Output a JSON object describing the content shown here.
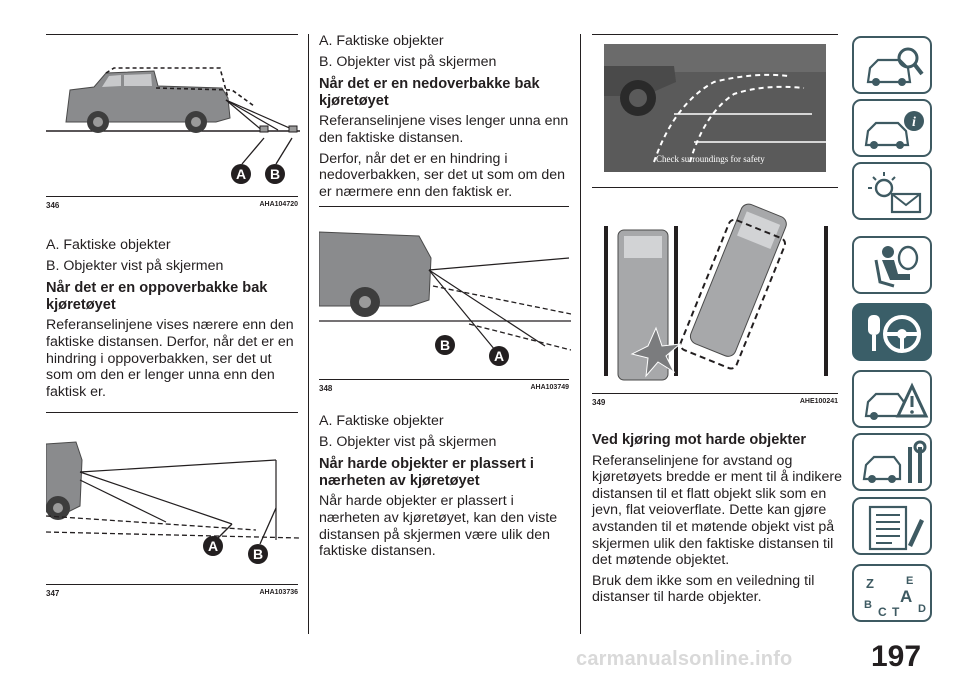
{
  "figures": {
    "fig346": {
      "number": "346",
      "code": "AHA104720",
      "label_a": "A",
      "label_b": "B"
    },
    "fig347": {
      "number": "347",
      "code": "AHA103736",
      "label_a": "A",
      "label_b": "B"
    },
    "fig348": {
      "number": "348",
      "code": "AHA103749",
      "label_a": "A",
      "label_b": "B"
    },
    "fig349": {
      "number": "349",
      "code": "AHE100241",
      "camera_text": "Check surroundings for safety"
    }
  },
  "col1": {
    "legend_a": "A. Faktiske objekter",
    "legend_b": "B. Objekter vist på skjermen",
    "heading": "Når det er en oppoverbakke bak kjøretøyet",
    "body": "Referanselinjene vises nærere enn den faktiske distansen. Derfor, når det er en hindring i oppoverbakken, ser det ut som om den er lenger unna enn den faktisk er."
  },
  "col2": {
    "legend_a": "A. Faktiske objekter",
    "legend_b": "B. Objekter vist på skjermen",
    "heading": "Når det er en nedoverbakke bak kjøretøyet",
    "body1": "Referanselinjene vises lenger unna enn den faktiske distansen.",
    "body2": "Derfor, når det er en hindring i nedoverbakken, ser det ut som om den er nærmere enn den faktisk er.",
    "legend2_a": "A. Faktiske objekter",
    "legend2_b": "B. Objekter vist på skjermen",
    "heading2": "Når harde objekter er plassert i nærheten av kjøretøyet",
    "body3": "Når harde objekter er plassert i nærheten av kjøretøyet, kan den viste distansen på skjermen være ulik den faktiske distansen."
  },
  "col3": {
    "heading": "Ved kjøring mot harde objekter",
    "body1": "Referanselinjene for avstand og kjøretøyets bredde er ment til å indikere distansen til et flatt objekt slik som en jevn, flat veioverflate. Dette kan gjøre avstanden til et møtende objekt vist på skjermen ulik den faktiske distansen til det møtende objektet.",
    "body2": "Bruk dem ikke som en veiledning til distanser til harde objekter."
  },
  "page": {
    "number": "197",
    "watermark": "carmanualsonline.info"
  },
  "tabs": [
    {
      "icon": "car-search-icon",
      "active": false
    },
    {
      "icon": "car-info-icon",
      "active": false
    },
    {
      "icon": "warning-light-message-icon",
      "active": false
    },
    {
      "icon": "airbag-seat-icon",
      "active": false
    },
    {
      "icon": "key-steering-wheel-icon",
      "active": true
    },
    {
      "icon": "car-warning-triangle-icon",
      "active": false
    },
    {
      "icon": "car-tools-icon",
      "active": false
    },
    {
      "icon": "specifications-list-icon",
      "active": false
    },
    {
      "icon": "alphabetical-index-icon",
      "active": false
    }
  ],
  "colors": {
    "tab_active": "#3a5e68",
    "tab_border": "#3e5a62",
    "text": "#231f20"
  }
}
